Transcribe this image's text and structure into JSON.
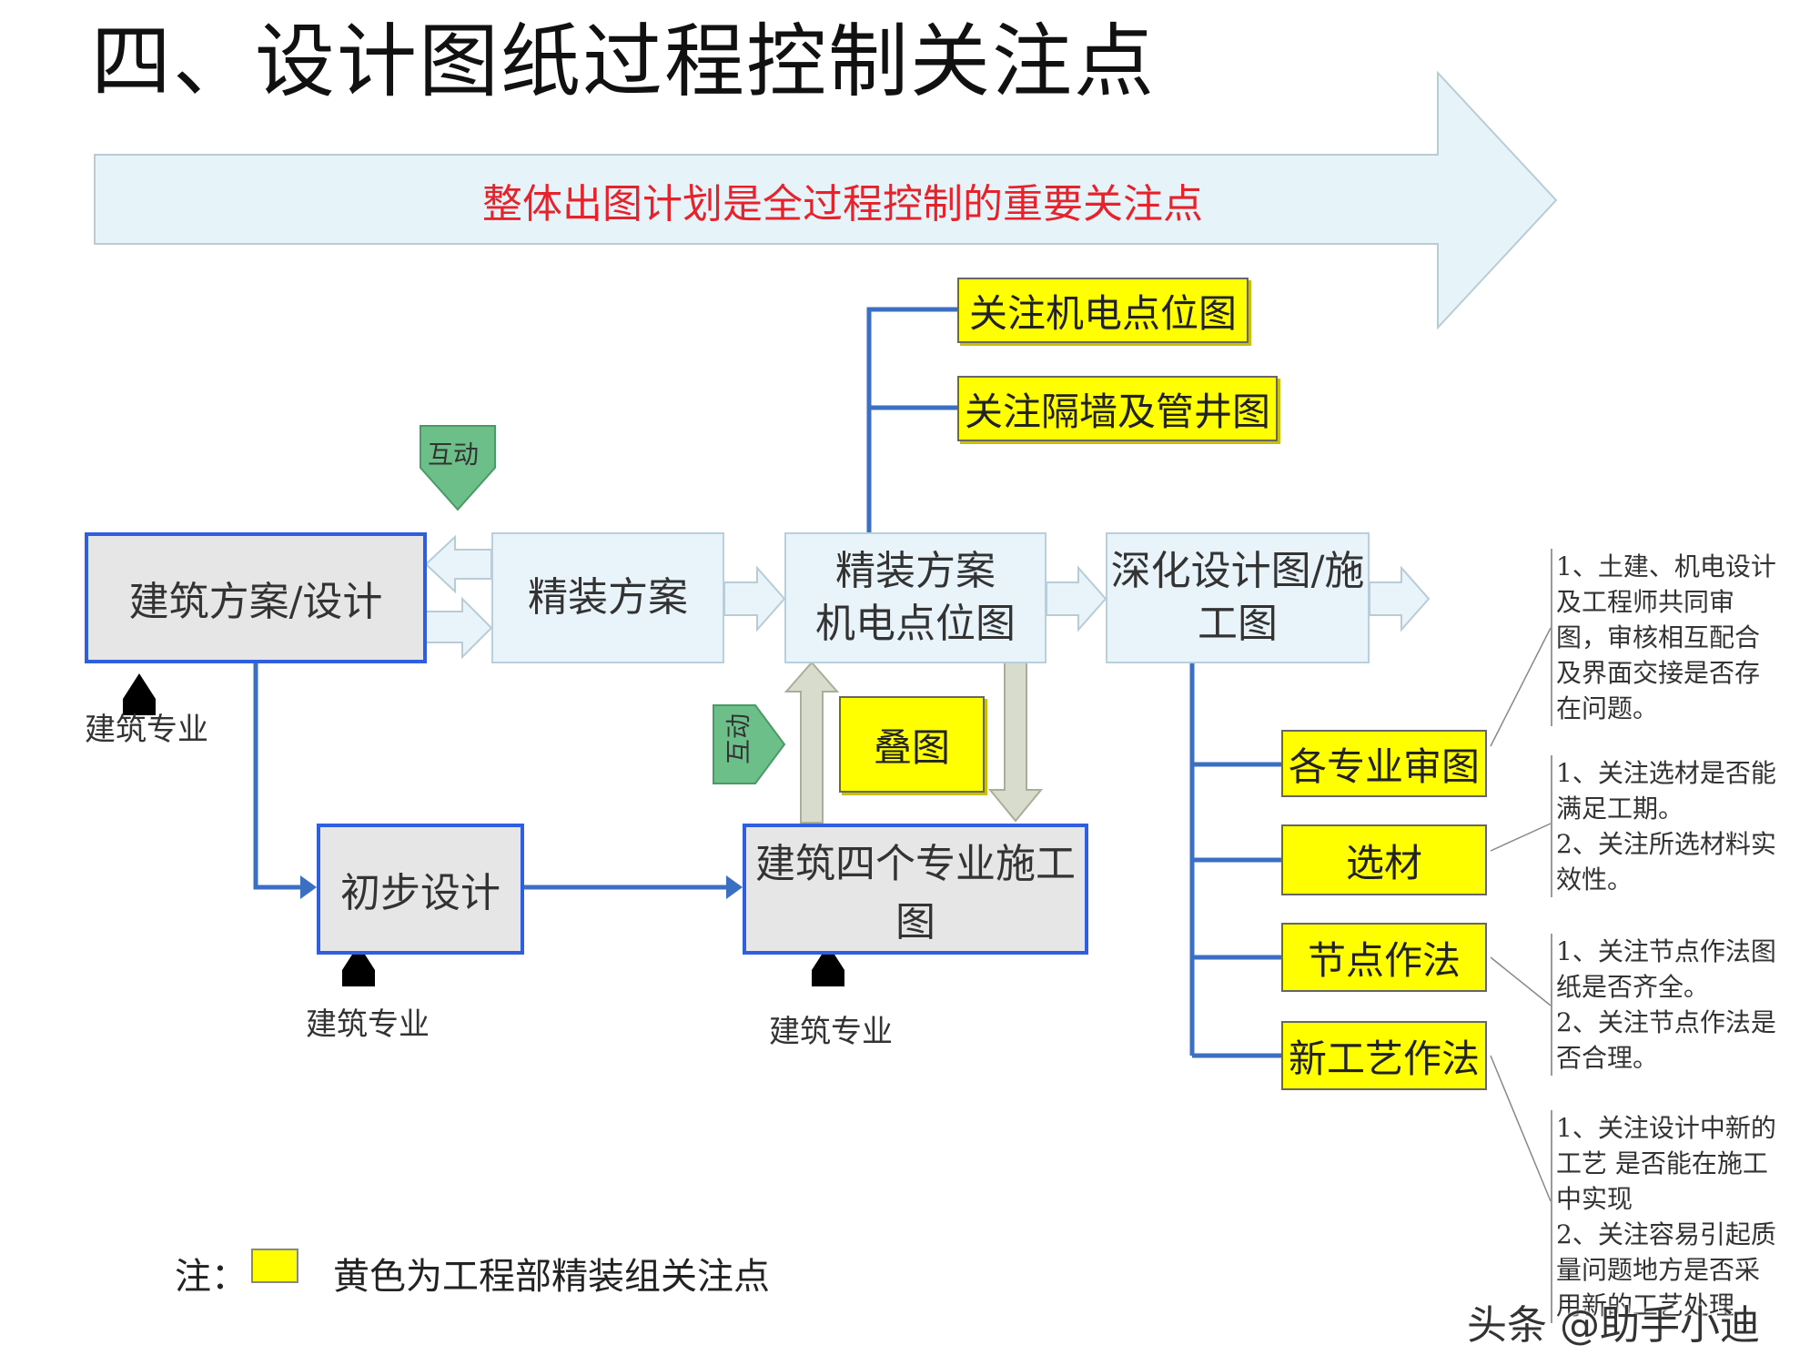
{
  "title": "四、设计图纸过程控制关注点",
  "banner": "整体出图计划是全过程控制的重要关注点",
  "boxes": {
    "arch_design": "建筑方案/设计",
    "finish_scheme": "精装方案",
    "finish_mep_line1": "精装方案",
    "finish_mep_line2": "机电点位图",
    "detail_line1": "深化设计图/施",
    "detail_line2": "工图",
    "prelim": "初步设计",
    "four_specialty": "建筑四个专业施工图"
  },
  "yellow": {
    "mep_points": "关注机电点位图",
    "partition": "关注隔墙及管井图",
    "overlay": "叠图",
    "review": "各专业审图",
    "material": "选材",
    "node": "节点作法",
    "process": "新工艺作法"
  },
  "tags": {
    "interact1": "互动",
    "interact2": "互动"
  },
  "labels": {
    "arch1": "建筑专业",
    "arch2": "建筑专业",
    "arch3": "建筑专业"
  },
  "notes": {
    "review": [
      "1、土建、机电设计",
      "及工程师共同审",
      "图，审核相互配合",
      "及界面交接是否存",
      "在问题。"
    ],
    "material": [
      "1、关注选材是否能",
      "满足工期。",
      "2、关注所选材料实",
      "效性。"
    ],
    "node": [
      "1、关注节点作法图",
      "纸是否齐全。",
      "2、关注节点作法是",
      "否合理。"
    ],
    "process": [
      "1、关注设计中新的",
      "工艺 是否能在施工",
      "中实现",
      "2、关注容易引起质",
      "量问题地方是否采",
      "用新的工艺处理"
    ]
  },
  "legend": {
    "prefix": "注：",
    "text": "黄色为工程部精装组关注点"
  },
  "watermark": "头条 @助手小迪",
  "colors": {
    "yellow": "#ffff00",
    "blue": "#2f5ee0",
    "banner_text": "#e8222b",
    "light": "#e8f4fa",
    "green": "#6dbf8a"
  }
}
